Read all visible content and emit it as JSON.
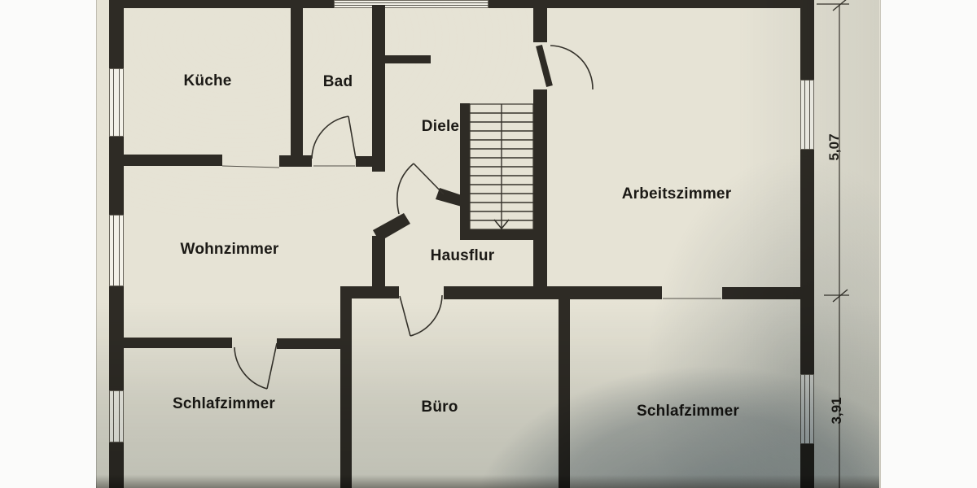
{
  "rooms": {
    "kueche": {
      "label": "Küche"
    },
    "bad": {
      "label": "Bad"
    },
    "diele": {
      "label": "Diele"
    },
    "arbeitszimmer": {
      "label": "Arbeitszimmer"
    },
    "wohnzimmer": {
      "label": "Wohnzimmer"
    },
    "hausflur": {
      "label": "Hausflur"
    },
    "schlafzimmer_links": {
      "label": "Schlafzimmer"
    },
    "buero": {
      "label": "Büro"
    },
    "schlafzimmer_rechts": {
      "label": "Schlafzimmer"
    }
  },
  "dimensions": {
    "upper": {
      "value": "5,07"
    },
    "lower": {
      "value": "3,91"
    }
  },
  "stairs": {
    "arrow_direction": "down"
  },
  "colors": {
    "wall": "#2e2b25",
    "paper": "#e6e3d5",
    "line": "#35322b",
    "photo_margin": "#fbfbfa",
    "shadow": "#5a6c7c"
  }
}
